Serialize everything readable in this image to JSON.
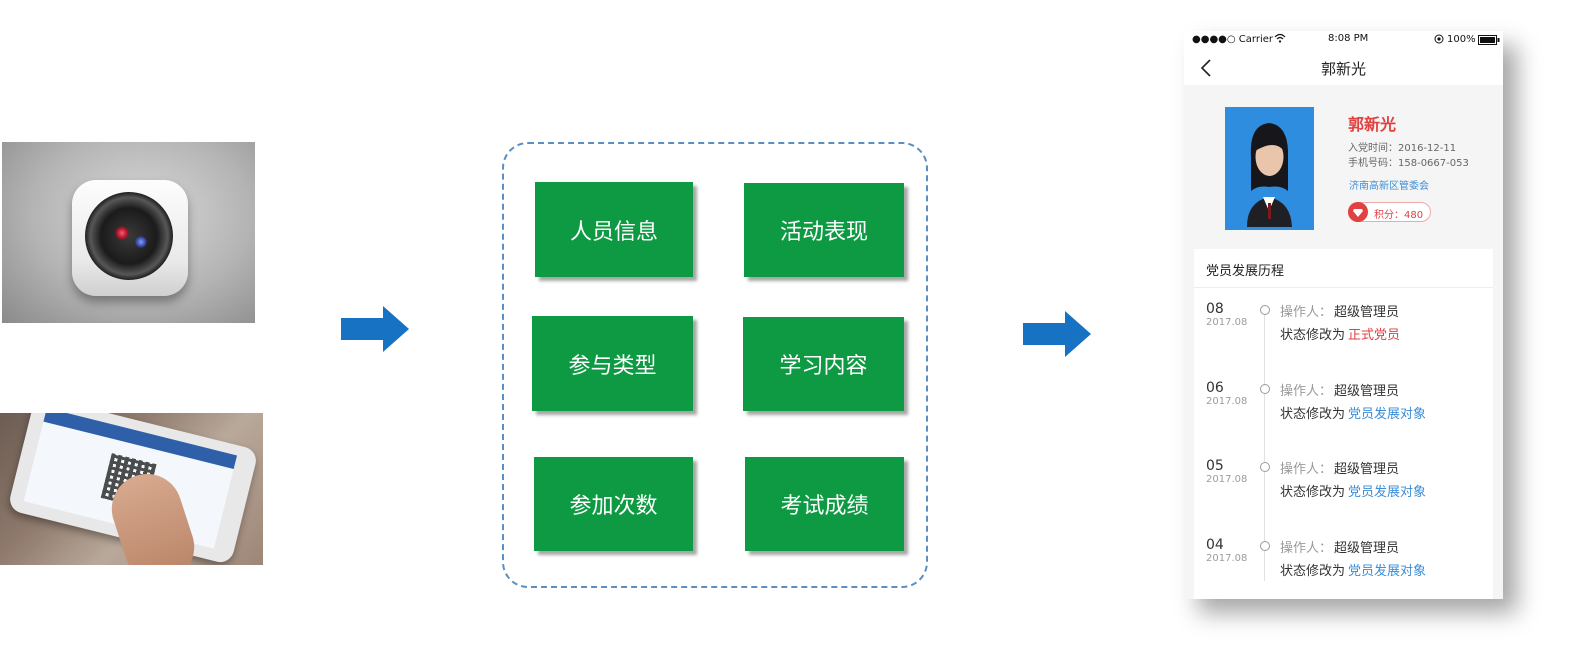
{
  "colors": {
    "green_box": "#0e9a43",
    "arrow_blue": "#1872c4",
    "dashed_border": "#5b8fc2",
    "accent_red": "#e04141",
    "link_blue": "#3b8ed8"
  },
  "center_boxes": [
    "人员信息",
    "活动表现",
    "参与类型",
    "学习内容",
    "参加次数",
    "考试成绩"
  ],
  "phone": {
    "status": {
      "carrier": "●●●●○ Carrier",
      "time": "8:08 PM",
      "battery": "100%"
    },
    "nav_title": "郭新光",
    "profile": {
      "name": "郭新光",
      "join_date": "入党时间：2016-12-11",
      "phone": "手机号码：158-0667-053",
      "org": "济南高新区管委会",
      "points": "积分：480"
    },
    "history_title": "党员发展历程",
    "history": [
      {
        "day": "08",
        "ym": "2017.08",
        "op_label": "操作人：",
        "op_name": "超级管理员",
        "status_prefix": "状态修改为",
        "status_value": "正式党员"
      },
      {
        "day": "06",
        "ym": "2017.08",
        "op_label": "操作人：",
        "op_name": "超级管理员",
        "status_prefix": "状态修改为",
        "status_value": "党员发展对象"
      },
      {
        "day": "05",
        "ym": "2017.08",
        "op_label": "操作人：",
        "op_name": "超级管理员",
        "status_prefix": "状态修改为",
        "status_value": "党员发展对象"
      },
      {
        "day": "04",
        "ym": "2017.08",
        "op_label": "操作人：",
        "op_name": "超级管理员",
        "status_prefix": "状态修改为",
        "status_value": "党员发展对象"
      }
    ]
  }
}
